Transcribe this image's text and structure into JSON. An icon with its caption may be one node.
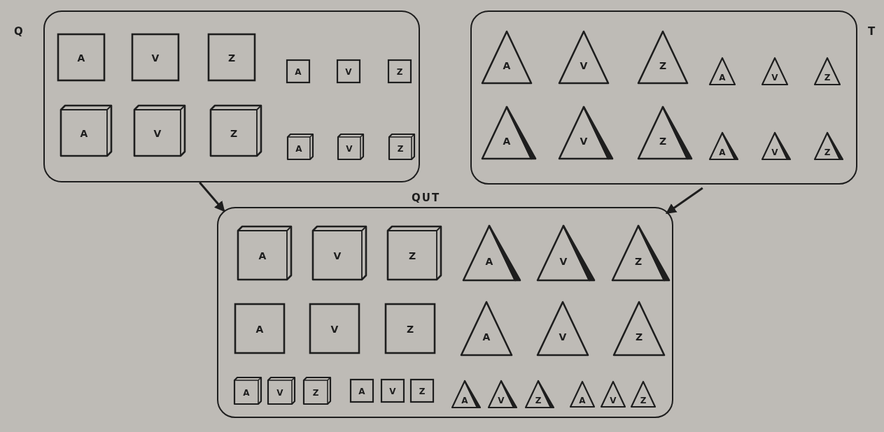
{
  "diagram": {
    "nodes": [
      {
        "text": [],
        "shape": "box",
        "beside": [
          "Q"
        ]
      },
      {
        "text": [
          "A"
        ],
        "in": 0
      },
      {
        "text": [
          "V"
        ],
        "in": 0
      },
      {
        "text": [
          "Z"
        ],
        "in": 0
      },
      {
        "text": [
          "A"
        ],
        "in": 0
      },
      {
        "text": [
          "V"
        ],
        "in": 0
      },
      {
        "text": [
          "Z"
        ],
        "in": 0
      },
      {
        "text": [
          "A"
        ],
        "in": 0
      },
      {
        "text": [
          "V"
        ],
        "in": 0
      },
      {
        "text": [
          "Z"
        ],
        "in": 0
      },
      {
        "text": [
          "A"
        ],
        "in": 0
      },
      {
        "text": [
          "V"
        ],
        "in": 0
      },
      {
        "text": [
          "Z"
        ],
        "in": 0
      },
      {
        "text": [],
        "shape": "box",
        "beside": [
          "T"
        ]
      },
      {
        "text": [
          "A"
        ],
        "in": 13
      },
      {
        "text": [
          "V"
        ],
        "in": 13
      },
      {
        "text": [
          "Z"
        ],
        "in": 13
      },
      {
        "text": [
          "A"
        ],
        "in": 13
      },
      {
        "text": [
          "V"
        ],
        "in": 13
      },
      {
        "text": [
          "Z"
        ],
        "in": 13
      },
      {
        "text": [
          "A"
        ],
        "in": 13
      },
      {
        "text": [
          "V"
        ],
        "in": 13
      },
      {
        "text": [
          "Z"
        ],
        "in": 13
      },
      {
        "text": [
          "A"
        ],
        "in": 13
      },
      {
        "text": [
          "V"
        ],
        "in": 13
      },
      {
        "text": [
          "Z"
        ],
        "in": 13
      },
      {
        "text": [],
        "shape": "box",
        "beside": [
          "QUT"
        ]
      },
      {
        "text": [
          "A"
        ],
        "in": 26
      },
      {
        "text": [
          "V"
        ],
        "in": 26
      },
      {
        "text": [
          "Z"
        ],
        "in": 26
      },
      {
        "text": [
          "A"
        ],
        "in": 26
      },
      {
        "text": [
          "V"
        ],
        "in": 26
      },
      {
        "text": [
          "Z"
        ],
        "in": 26
      },
      {
        "text": [
          "A"
        ],
        "in": 26
      },
      {
        "text": [
          "V"
        ],
        "in": 26
      },
      {
        "text": [
          "Z"
        ],
        "in": 26
      },
      {
        "text": [
          "A"
        ],
        "in": 26
      },
      {
        "text": [
          "V"
        ],
        "in": 26
      },
      {
        "text": [
          "Z"
        ],
        "in": 26
      },
      {
        "text": [
          "A"
        ],
        "in": 26
      },
      {
        "text": [
          "V"
        ],
        "in": 26
      },
      {
        "text": [
          "Z"
        ],
        "in": 26
      },
      {
        "text": [
          "A"
        ],
        "in": 26
      },
      {
        "text": [
          "V"
        ],
        "in": 26
      },
      {
        "text": [
          "Z"
        ],
        "in": 26
      },
      {
        "text": [
          "A"
        ],
        "in": 26
      },
      {
        "text": [
          "V"
        ],
        "in": 26
      },
      {
        "text": [
          "Z"
        ],
        "in": 26
      },
      {
        "text": [
          "A"
        ],
        "in": 26
      },
      {
        "text": [
          "V"
        ],
        "in": 26
      },
      {
        "text": [
          "Z"
        ],
        "in": 26
      }
    ],
    "edges": [
      {
        "from": 0,
        "to": 26,
        "arrow": "to"
      },
      {
        "from": 13,
        "to": 26,
        "arrow": "to"
      }
    ]
  }
}
